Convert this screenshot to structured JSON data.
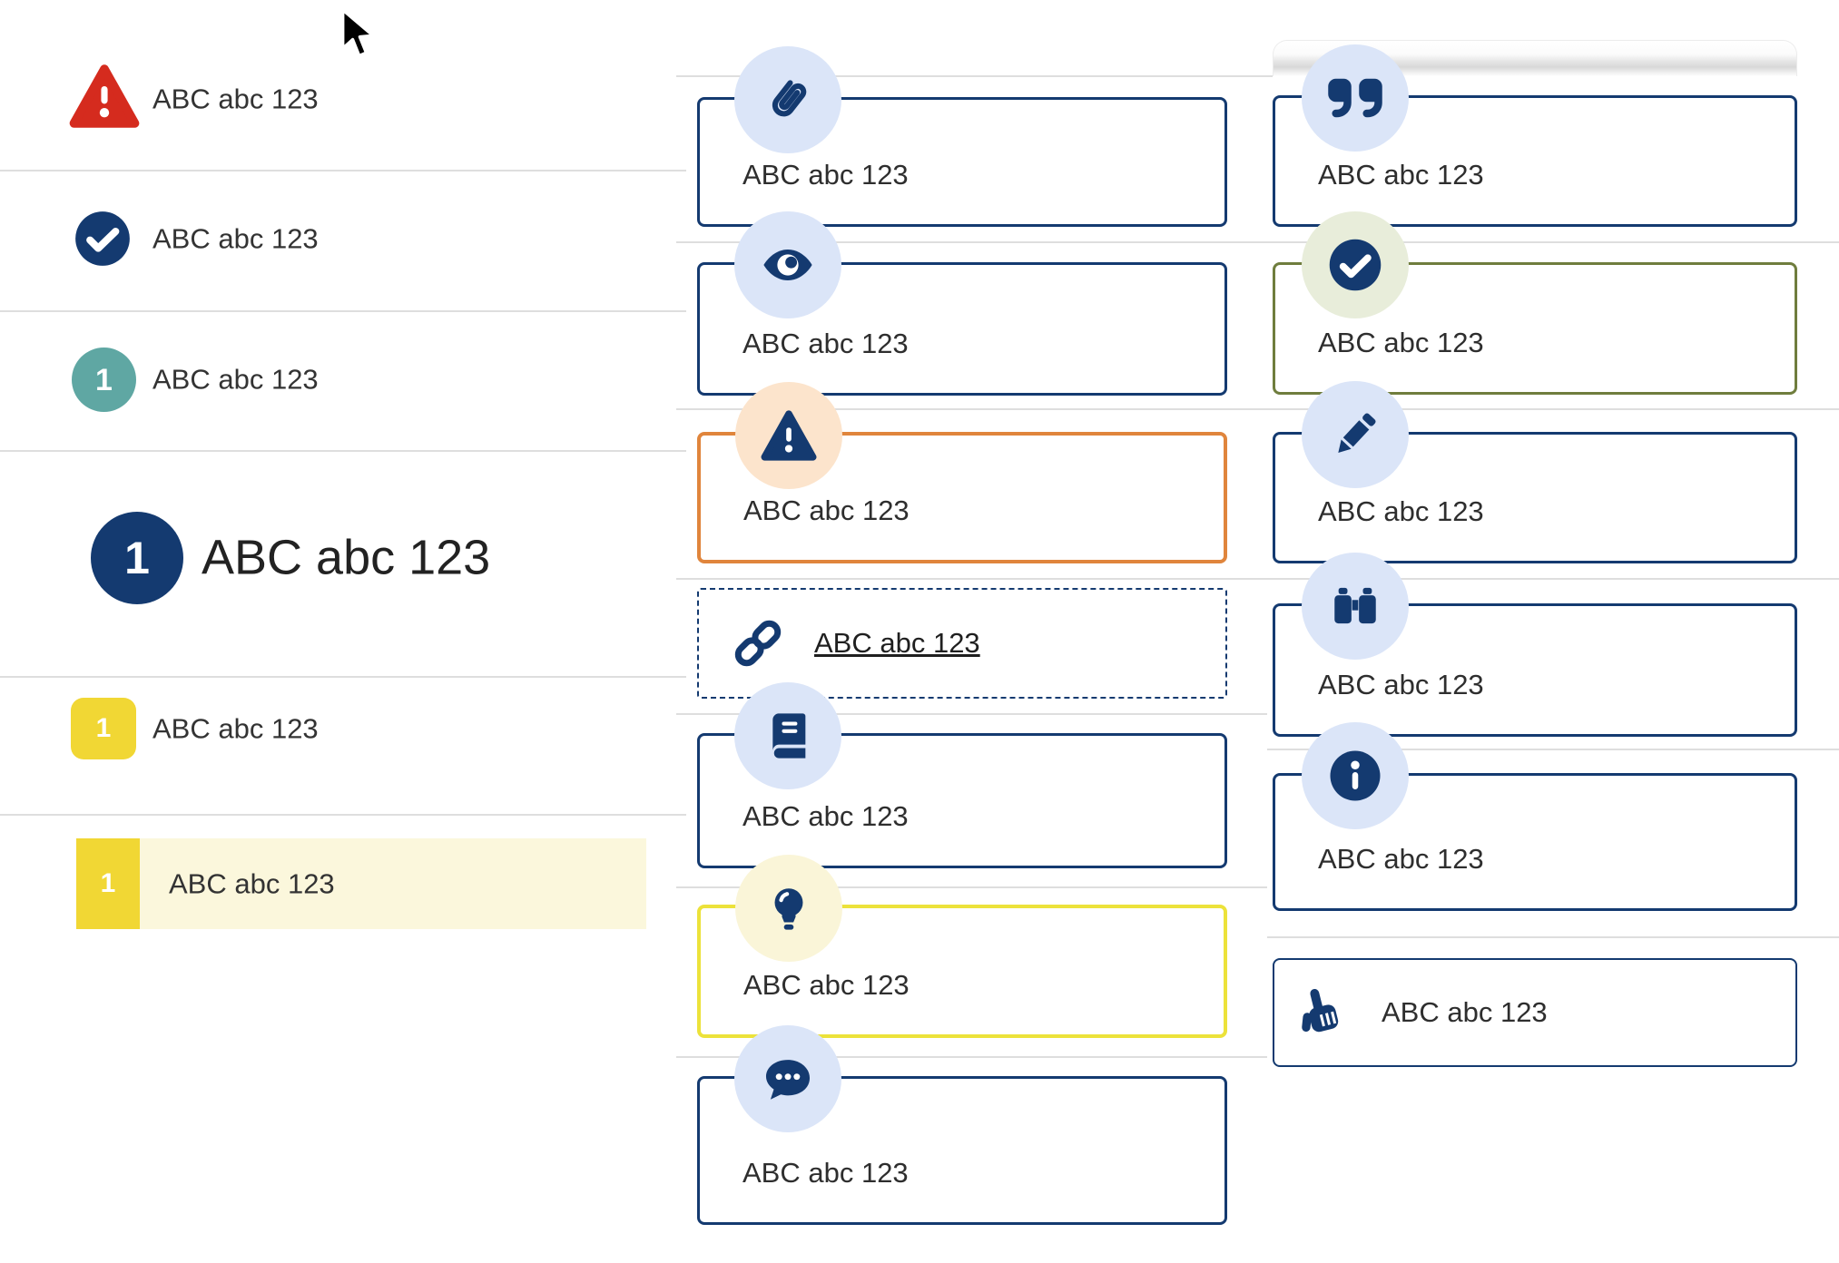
{
  "cursor": {
    "icon": "arrow-cursor"
  },
  "colors": {
    "navy": "#143a70",
    "red": "#d52b1e",
    "teal": "#5fa7a3",
    "yellow_badge": "#f1d734",
    "yellow_border": "#ece23a",
    "orange": "#e0853c",
    "green": "#6f7d3d",
    "light_blue_circle": "#dbe5f8",
    "peach_circle": "#fce4cc",
    "cream_circle": "#faf5d8",
    "sage_circle": "#e8edda",
    "highlight_row": "#fbf7dc",
    "divider": "#dedede"
  },
  "left_list": {
    "items": [
      {
        "icon": "alert-triangle-icon",
        "label": "ABC abc 123"
      },
      {
        "icon": "check-circle-icon",
        "label": "ABC abc 123"
      },
      {
        "icon": "step-badge-teal",
        "badge": "1",
        "label": "ABC abc 123"
      },
      {
        "icon": "step-badge-navy-large",
        "badge": "1",
        "label": "ABC abc 123"
      },
      {
        "icon": "step-badge-yellow",
        "badge": "1",
        "label": "ABC abc 123"
      },
      {
        "icon": "step-badge-yellow",
        "badge": "1",
        "label": "ABC abc 123",
        "state": "highlighted"
      }
    ]
  },
  "middle_callouts": {
    "items": [
      {
        "icon": "paperclip-icon",
        "variant": "navy",
        "label": "ABC abc 123"
      },
      {
        "icon": "eye-icon",
        "variant": "navy",
        "label": "ABC abc 123"
      },
      {
        "icon": "warning-icon",
        "variant": "orange",
        "label": "ABC abc 123"
      },
      {
        "icon": "link-icon",
        "variant": "dashed-link",
        "label": "ABC abc 123"
      },
      {
        "icon": "book-icon",
        "variant": "navy",
        "label": "ABC abc 123"
      },
      {
        "icon": "lightbulb-icon",
        "variant": "yellow",
        "label": "ABC abc 123"
      },
      {
        "icon": "chat-icon",
        "variant": "navy",
        "label": "ABC abc 123"
      }
    ]
  },
  "right_callouts": {
    "items": [
      {
        "icon": "quote-icon",
        "variant": "navy",
        "label": "ABC abc 123"
      },
      {
        "icon": "check-icon",
        "variant": "green",
        "label": "ABC abc 123"
      },
      {
        "icon": "pencil-icon",
        "variant": "navy",
        "label": "ABC abc 123"
      },
      {
        "icon": "binoculars-icon",
        "variant": "navy",
        "label": "ABC abc 123"
      },
      {
        "icon": "info-icon",
        "variant": "navy",
        "label": "ABC abc 123"
      },
      {
        "icon": "hand-point-icon",
        "variant": "navy-inline",
        "label": "ABC abc 123"
      }
    ]
  }
}
